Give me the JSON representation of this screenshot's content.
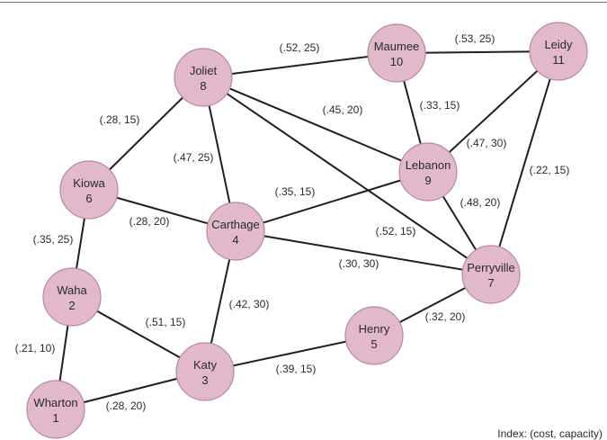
{
  "nodes": [
    {
      "id": "1",
      "name": "Wharton",
      "number": "1"
    },
    {
      "id": "2",
      "name": "Waha",
      "number": "2"
    },
    {
      "id": "3",
      "name": "Katy",
      "number": "3"
    },
    {
      "id": "4",
      "name": "Carthage",
      "number": "4"
    },
    {
      "id": "5",
      "name": "Henry",
      "number": "5"
    },
    {
      "id": "6",
      "name": "Kiowa",
      "number": "6"
    },
    {
      "id": "7",
      "name": "Perryville",
      "number": "7"
    },
    {
      "id": "8",
      "name": "Joliet",
      "number": "8"
    },
    {
      "id": "9",
      "name": "Lebanon",
      "number": "9"
    },
    {
      "id": "10",
      "name": "Maumee",
      "number": "10"
    },
    {
      "id": "11",
      "name": "Leidy",
      "number": "11"
    }
  ],
  "edges": [
    {
      "from": "8",
      "to": "10",
      "label": "(.52, 25)"
    },
    {
      "from": "10",
      "to": "11",
      "label": "(.53, 25)"
    },
    {
      "from": "8",
      "to": "6",
      "label": "(.28, 15)"
    },
    {
      "from": "8",
      "to": "9",
      "label": "(.45, 20)"
    },
    {
      "from": "10",
      "to": "9",
      "label": "(.33, 15)"
    },
    {
      "from": "11",
      "to": "9",
      "label": "(.47, 30)"
    },
    {
      "from": "11",
      "to": "7",
      "label": "(.22, 15)"
    },
    {
      "from": "8",
      "to": "4",
      "label": "(.47, 25)"
    },
    {
      "from": "4",
      "to": "9",
      "label": "(.35, 15)"
    },
    {
      "from": "6",
      "to": "4",
      "label": "(.28, 20)"
    },
    {
      "from": "9",
      "to": "7",
      "label": "(.48, 20)"
    },
    {
      "from": "8",
      "to": "7",
      "label": "(.52, 15)"
    },
    {
      "from": "4",
      "to": "7",
      "label": "(.30, 30)"
    },
    {
      "from": "6",
      "to": "2",
      "label": "(.35, 25)"
    },
    {
      "from": "4",
      "to": "3",
      "label": "(.42, 30)"
    },
    {
      "from": "2",
      "to": "3",
      "label": "(.51, 15)"
    },
    {
      "from": "7",
      "to": "5",
      "label": "(.32, 20)"
    },
    {
      "from": "2",
      "to": "1",
      "label": "(.21, 10)"
    },
    {
      "from": "3",
      "to": "5",
      "label": "(.39, 15)"
    },
    {
      "from": "1",
      "to": "3",
      "label": "(.28, 20)"
    }
  ],
  "index_note": "Index: (cost, capacity)"
}
